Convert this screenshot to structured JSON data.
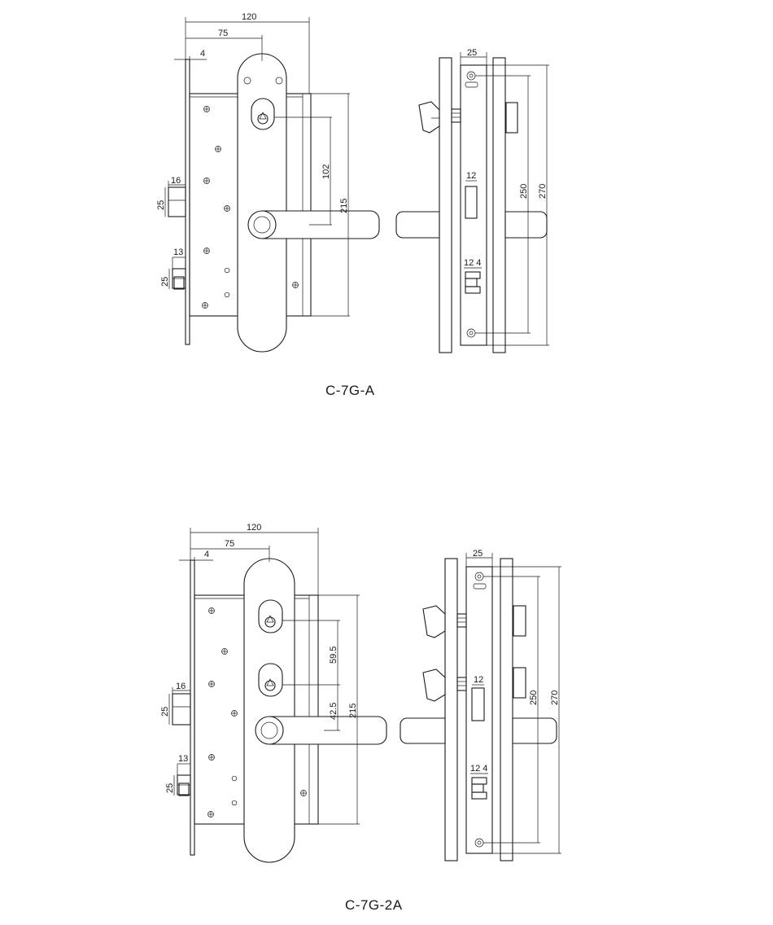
{
  "drawings": [
    {
      "caption": "C-7G-A",
      "front_dims": {
        "width_total": "120",
        "backset": "75",
        "faceplate": "4",
        "latch_w": "16",
        "latch_h": "25",
        "bolt_w": "13",
        "bolt_h": "25",
        "c2c": "102",
        "body_h": "215"
      },
      "side_dims": {
        "depth": "25",
        "latch_lbl": "12",
        "bolt_lbl": "12 4",
        "screw_c2c": "250",
        "plate_h": "270"
      }
    },
    {
      "caption": "C-7G-2A",
      "front_dims": {
        "width_total": "120",
        "backset": "75",
        "faceplate": "4",
        "latch_w": "16",
        "latch_h": "25",
        "bolt_w": "13",
        "bolt_h": "25",
        "c2c_top": "59.5",
        "c2c_bottom": "42.5",
        "body_h": "215"
      },
      "side_dims": {
        "depth": "25",
        "latch_lbl": "12",
        "bolt_lbl": "12 4",
        "screw_c2c": "250",
        "plate_h": "270"
      }
    }
  ]
}
